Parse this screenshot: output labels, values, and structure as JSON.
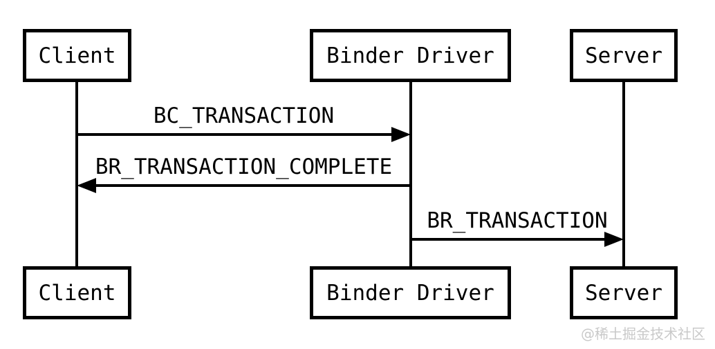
{
  "diagram": {
    "title_hint": "Binder transaction sequence diagram",
    "actors_top": [
      "Client",
      "Binder Driver",
      "Server"
    ],
    "actors_bottom": [
      "Client",
      "Binder Driver",
      "Server"
    ],
    "messages": [
      {
        "label": "BC_TRANSACTION",
        "from": "Client",
        "to": "Binder Driver",
        "direction": "right"
      },
      {
        "label": "BR_TRANSACTION_COMPLETE",
        "from": "Binder Driver",
        "to": "Client",
        "direction": "left"
      },
      {
        "label": "BR_TRANSACTION",
        "from": "Binder Driver",
        "to": "Server",
        "direction": "right"
      }
    ]
  },
  "watermark": {
    "text": "@稀土掘金技术社区"
  },
  "colors": {
    "line": "#000000",
    "background": "#ffffff",
    "watermark": "#c9c9c9"
  }
}
